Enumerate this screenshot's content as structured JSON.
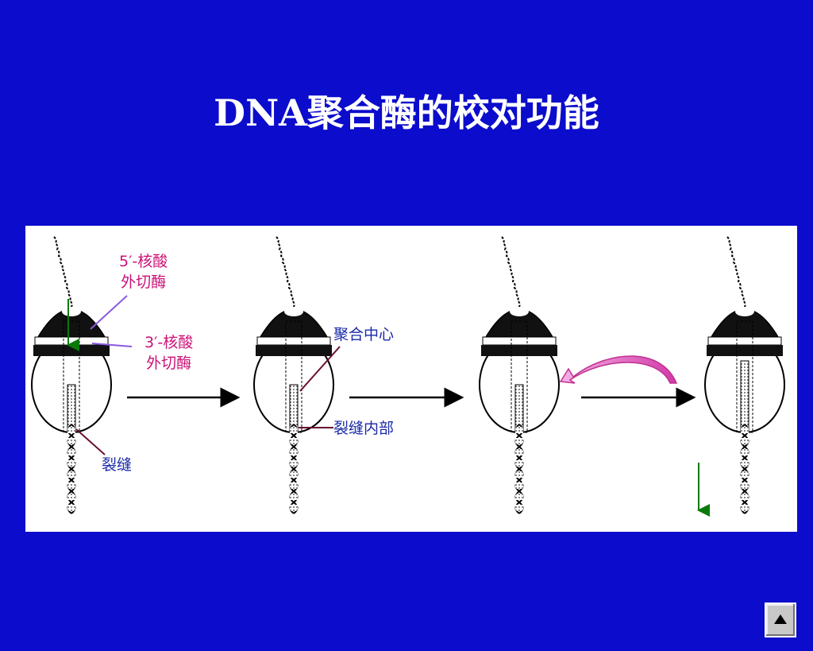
{
  "slide": {
    "title": "DNA聚合酶的校对功能"
  },
  "diagram": {
    "labels": {
      "exo5": "5′-核酸\n外切酶",
      "exo3": "3′-核酸\n外切酶",
      "cleft": "裂缝",
      "polymerization_center": "聚合中心",
      "cleft_interior": "裂缝内部"
    },
    "colors": {
      "background": "#0c0ccc",
      "label_pink": "#cc1177",
      "label_blue": "#1a2aa8",
      "pointer_purple": "#8a5ae0",
      "pointer_maroon": "#6a1030",
      "green_arrow": "#0a7a0a"
    }
  },
  "navigation": {
    "up_icon": "triangle-up-icon"
  }
}
